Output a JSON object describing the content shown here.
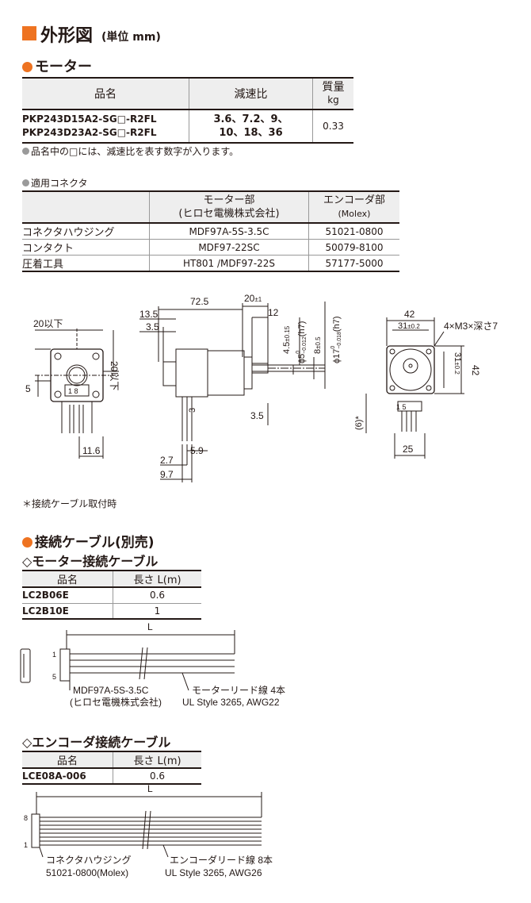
{
  "header": {
    "title": "外形図",
    "unit": "(単位 mm)",
    "accent": "#ee7321"
  },
  "motor_section": {
    "title": "モーター"
  },
  "motor_table": {
    "headers": [
      "品名",
      "減速比",
      "質量",
      "kg"
    ],
    "models": [
      "PKP243D15A2-SG□-R2FL",
      "PKP243D23A2-SG□-R2FL"
    ],
    "ratios": [
      "3.6、7.2、9、",
      "10、18、36"
    ],
    "mass": "0.33"
  },
  "motor_note": "品名中の□には、減速比を表す数字が入ります。",
  "connector": {
    "title": "適用コネクタ",
    "headers": [
      "モーター部",
      "(ヒロセ電機株式会社)",
      "エンコーダ部",
      "(Molex)"
    ],
    "rows": [
      {
        "name": "コネクタハウジング",
        "motor": "MDF97A-5S-3.5C",
        "encoder": "51021-0800"
      },
      {
        "name": "コンタクト",
        "motor": "MDF97-22SC",
        "encoder": "50079-8100"
      },
      {
        "name": "圧着工具",
        "motor": "HT801 /MDF97-22S",
        "encoder": "57177-5000"
      }
    ]
  },
  "drawing": {
    "front": {
      "top": "20以下",
      "side": "20以下",
      "left": "5",
      "pins": "1 8",
      "bottom": "11.6"
    },
    "side": {
      "total": "72.5",
      "shaft_len": "20",
      "shaft_tol": "±1",
      "d12": "12",
      "d13_5": "13.5",
      "d3_5": "3.5",
      "d4_5": "4.5",
      "d4_5_tol": "±0.15",
      "phi5": "ϕ5",
      "phi5_tol_u": "0",
      "phi5_tol_l": "−0.012",
      "phi5_fit": "(h7)",
      "d8": "8",
      "d8_tol": "±0.5",
      "phi17": "ϕ17",
      "phi17_tol_u": "0",
      "phi17_tol_l": "−0.018",
      "phi17_fit": "(h7)",
      "d3": "3",
      "d3_5b": "3.5",
      "d2_7": "2.7",
      "d5_9": "5.9",
      "d9_7": "9.7"
    },
    "rear": {
      "w42": "42",
      "w31": "31",
      "w31_tol": "±0.2",
      "holes": "4×M3×深さ7",
      "h31": "31",
      "h31_tol": "±0.2",
      "h42": "42",
      "d6": "(6)*",
      "pins": "1 5",
      "b25": "25"
    }
  },
  "drawing_note": "＊接続ケーブル取付時",
  "cable_section": {
    "title": "接続ケーブル(別売)"
  },
  "motor_cable": {
    "title": "◇モーター接続ケーブル",
    "headers": [
      "品名",
      "長さ L(m)"
    ],
    "rows": [
      {
        "model": "LC2B06E",
        "length": "0.6"
      },
      {
        "model": "LC2B10E",
        "length": "1"
      }
    ],
    "diagram": {
      "L": "L",
      "pin1": "1",
      "pin5": "5",
      "conn1": "MDF97A-5S-3.5C",
      "conn2": "(ヒロセ電機株式会社)",
      "lead1": "モーターリード線 4本",
      "lead2": "UL Style 3265, AWG22"
    }
  },
  "encoder_cable": {
    "title": "◇エンコーダ接続ケーブル",
    "headers": [
      "品名",
      "長さ L(m)"
    ],
    "rows": [
      {
        "model": "LCE08A-006",
        "length": "0.6"
      }
    ],
    "diagram": {
      "L": "L",
      "pin8": "8",
      "pin1": "1",
      "conn1": "コネクタハウジング",
      "conn2": "51021-0800(Molex)",
      "lead1": "エンコーダリード線 8本",
      "lead2": "UL Style 3265, AWG26"
    }
  }
}
